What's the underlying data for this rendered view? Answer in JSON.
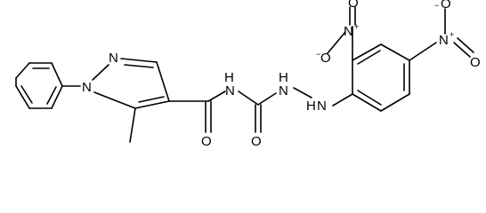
{
  "molecule": {
    "atoms": {
      "n_pyrazole_2": "N",
      "n_pyrazole_1": "N",
      "amide_o": "O",
      "imide_n": "N",
      "imide_h": "H",
      "urea_o": "O",
      "hydrazine_n1": "N",
      "hydrazine_h1": "H",
      "hydrazine_n2": "N",
      "hydrazine_h2": "H",
      "nitro1_n": "N",
      "nitro1_n_charge": "+",
      "nitro1_o_double": "O",
      "nitro1_o_single": "O",
      "nitro1_o_charge": "−",
      "nitro2_n": "N",
      "nitro2_n_charge": "+",
      "nitro2_o_double": "O",
      "nitro2_o_single": "O",
      "nitro2_o_charge": "−"
    }
  }
}
